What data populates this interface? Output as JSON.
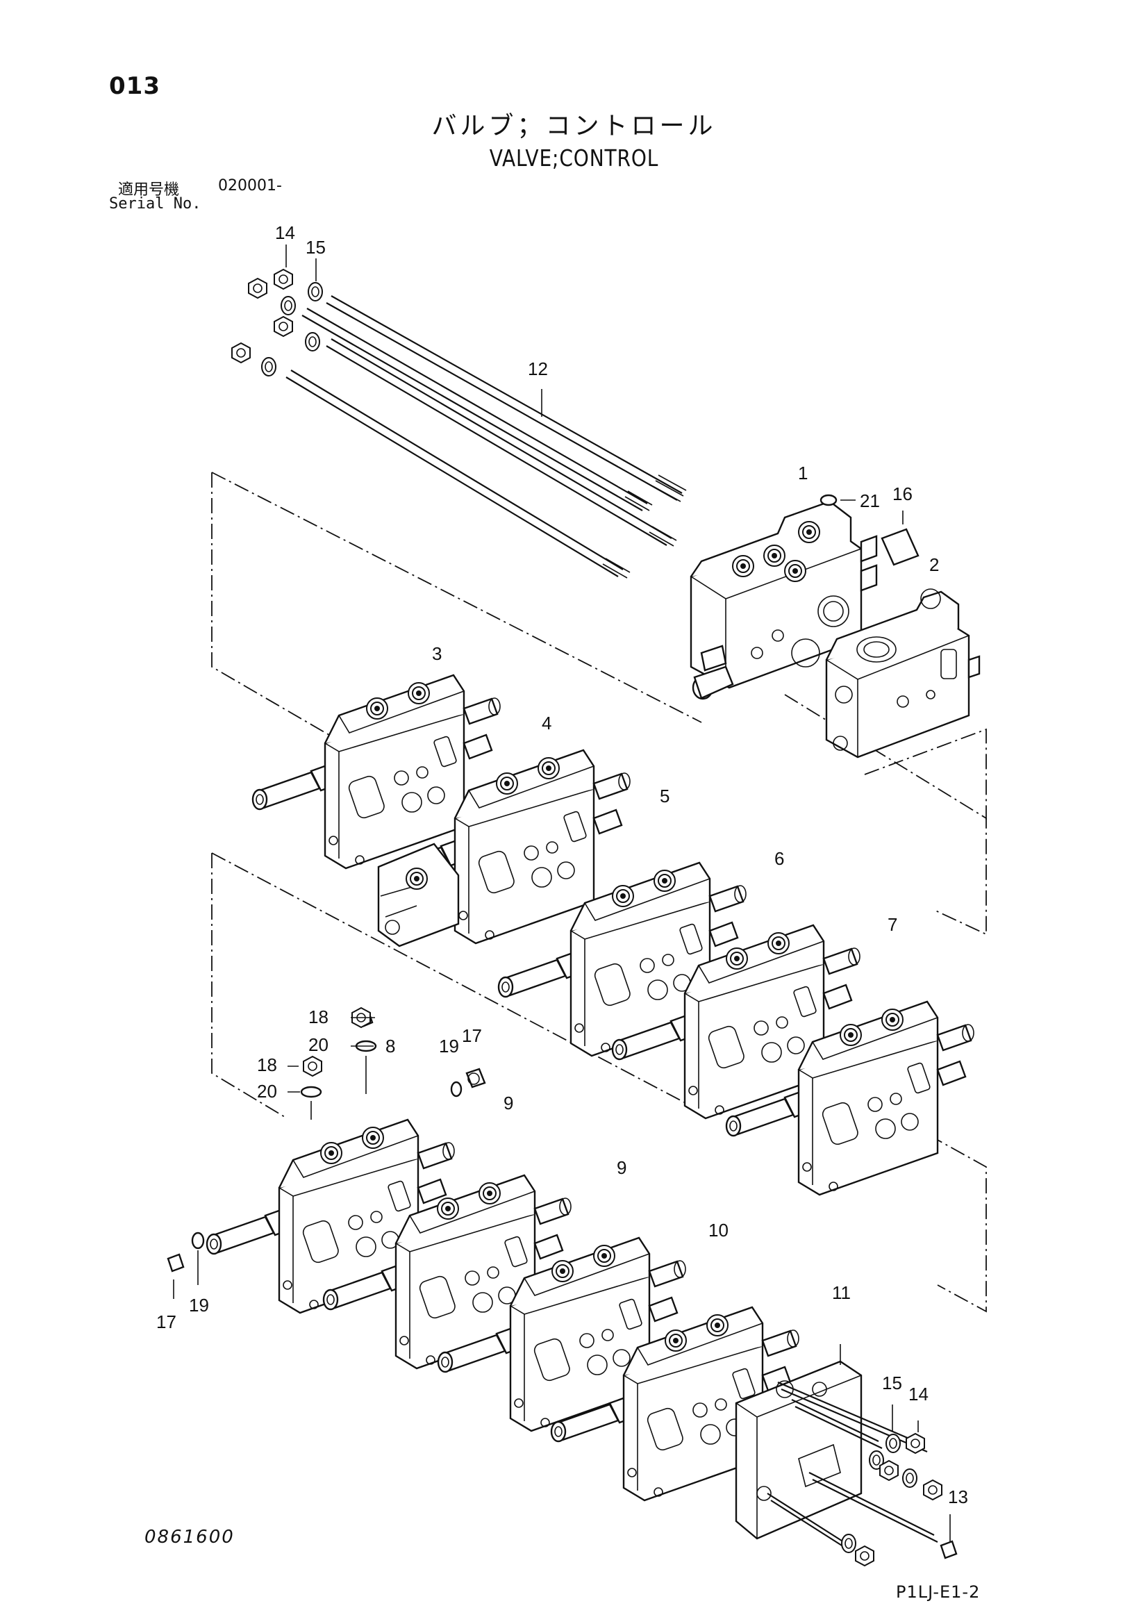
{
  "page_number": "013",
  "title_jp": "バルブ；コントロール",
  "title_en": "VALVE;CONTROL",
  "serial": {
    "label_jp": "適用号機",
    "value": "020001-",
    "label_en": "Serial No."
  },
  "part_numbers": {
    "p1": "1",
    "p2": "2",
    "p3": "3",
    "p4": "4",
    "p5": "5",
    "p6": "6",
    "p7": "7",
    "p8": "8",
    "p9a": "9",
    "p9b": "9",
    "p10": "10",
    "p11": "11",
    "p12": "12",
    "p13": "13",
    "p14a": "14",
    "p14b": "14",
    "p15a": "15",
    "p15b": "15",
    "p16": "16",
    "p17a": "17",
    "p17b": "17",
    "p18a": "18",
    "p18b": "18",
    "p19a": "19",
    "p19b": "19",
    "p20a": "20",
    "p20b": "20",
    "p21": "21"
  },
  "drawing_number": "0861600",
  "plate_code": "P1LJ-E1-2"
}
